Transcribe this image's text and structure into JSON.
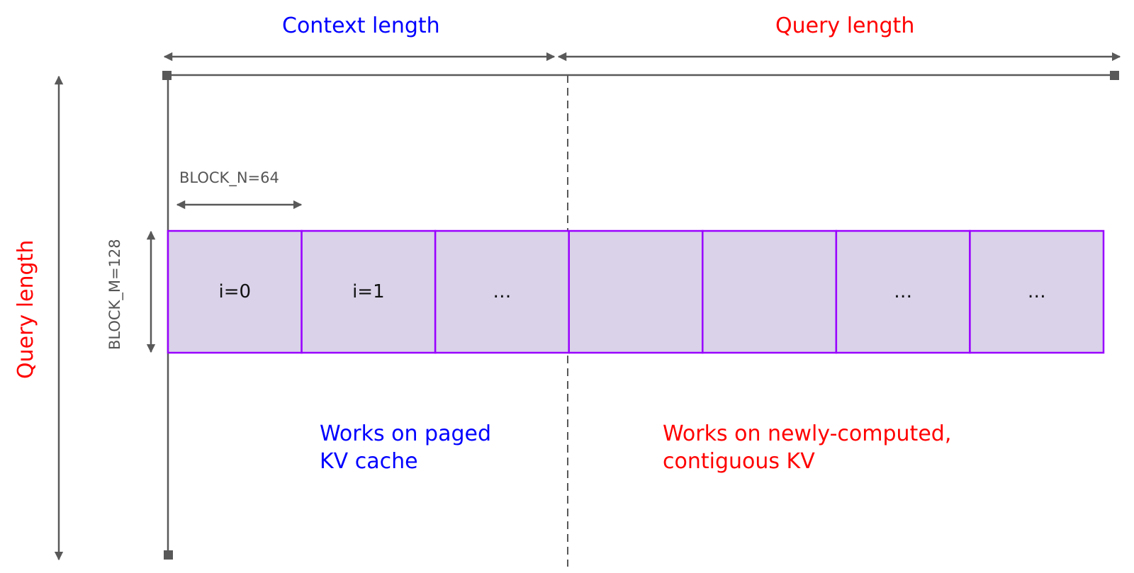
{
  "labels": {
    "context_length": "Context length",
    "query_length_top": "Query length",
    "query_length_side": "Query length",
    "block_n": "BLOCK_N=64",
    "block_m": "BLOCK_M=128"
  },
  "blocks": [
    {
      "label": "i=0"
    },
    {
      "label": "i=1"
    },
    {
      "label": "…"
    },
    {
      "label": ""
    },
    {
      "label": ""
    },
    {
      "label": "…"
    },
    {
      "label": "…"
    }
  ],
  "notes": {
    "paged": [
      "Works on paged",
      "KV cache"
    ],
    "contiguous": [
      "Works on newly-computed,",
      "contiguous KV"
    ]
  },
  "colors": {
    "context": "#0000ff",
    "query": "#ff0000",
    "block_fill": "#d9d2e9",
    "block_border": "#9900ff",
    "line": "#595959"
  }
}
